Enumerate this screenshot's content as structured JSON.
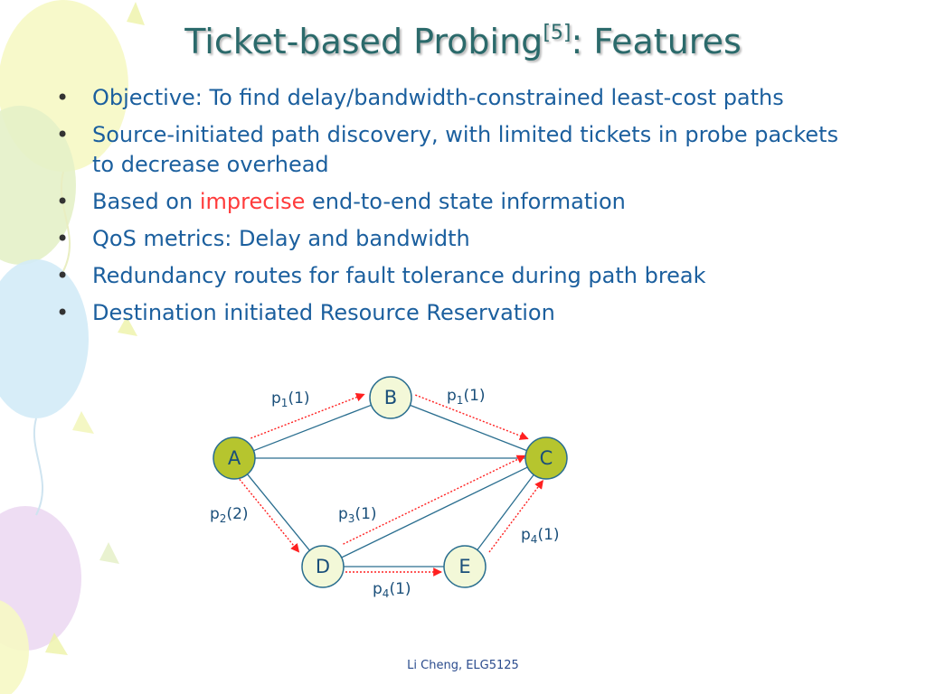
{
  "title": {
    "main": "Ticket-based Probing",
    "ref": "[5]",
    "rest": ": Features"
  },
  "bullets": [
    {
      "text": "Objective: To find delay/bandwidth-constrained least-cost paths"
    },
    {
      "text": "Source-initiated path discovery, with limited tickets in probe packets to decrease overhead"
    },
    {
      "before": "Based on ",
      "highlight": "imprecise",
      "after": " end-to-end state information"
    },
    {
      "text": "QoS metrics: Delay and bandwidth"
    },
    {
      "text": "Redundancy routes for fault tolerance during path break"
    },
    {
      "text": "Destination initiated Resource Reservation"
    }
  ],
  "diagram": {
    "nodes": [
      {
        "id": "A",
        "label": "A",
        "style": "source"
      },
      {
        "id": "B",
        "label": "B",
        "style": "normal"
      },
      {
        "id": "C",
        "label": "C",
        "style": "destination"
      },
      {
        "id": "D",
        "label": "D",
        "style": "normal"
      },
      {
        "id": "E",
        "label": "E",
        "style": "normal"
      }
    ],
    "links": [
      {
        "from": "A",
        "to": "B"
      },
      {
        "from": "B",
        "to": "C"
      },
      {
        "from": "A",
        "to": "C"
      },
      {
        "from": "A",
        "to": "D"
      },
      {
        "from": "D",
        "to": "C"
      },
      {
        "from": "D",
        "to": "E"
      },
      {
        "from": "E",
        "to": "C"
      }
    ],
    "probes": [
      {
        "name": "p",
        "sub": "1",
        "tickets": "(1)",
        "from": "A",
        "to": "B"
      },
      {
        "name": "p",
        "sub": "1",
        "tickets": "(1)",
        "from": "B",
        "to": "C"
      },
      {
        "name": "p",
        "sub": "2",
        "tickets": "(2)",
        "from": "A",
        "to": "D"
      },
      {
        "name": "p",
        "sub": "3",
        "tickets": "(1)",
        "from": "D",
        "to": "C"
      },
      {
        "name": "p",
        "sub": "4",
        "tickets": "(1)",
        "from": "D",
        "to": "E"
      },
      {
        "name": "p",
        "sub": "4",
        "tickets": "(1)",
        "from": "E",
        "to": "C"
      }
    ],
    "colors": {
      "link": "#2a6e8f",
      "probe": "#ff2020",
      "node_fill": "#f3f8d8",
      "node_highlight_fill": "#b6c52e",
      "node_stroke": "#2a6e8f"
    }
  },
  "footer": "Li Cheng, ELG5125"
}
